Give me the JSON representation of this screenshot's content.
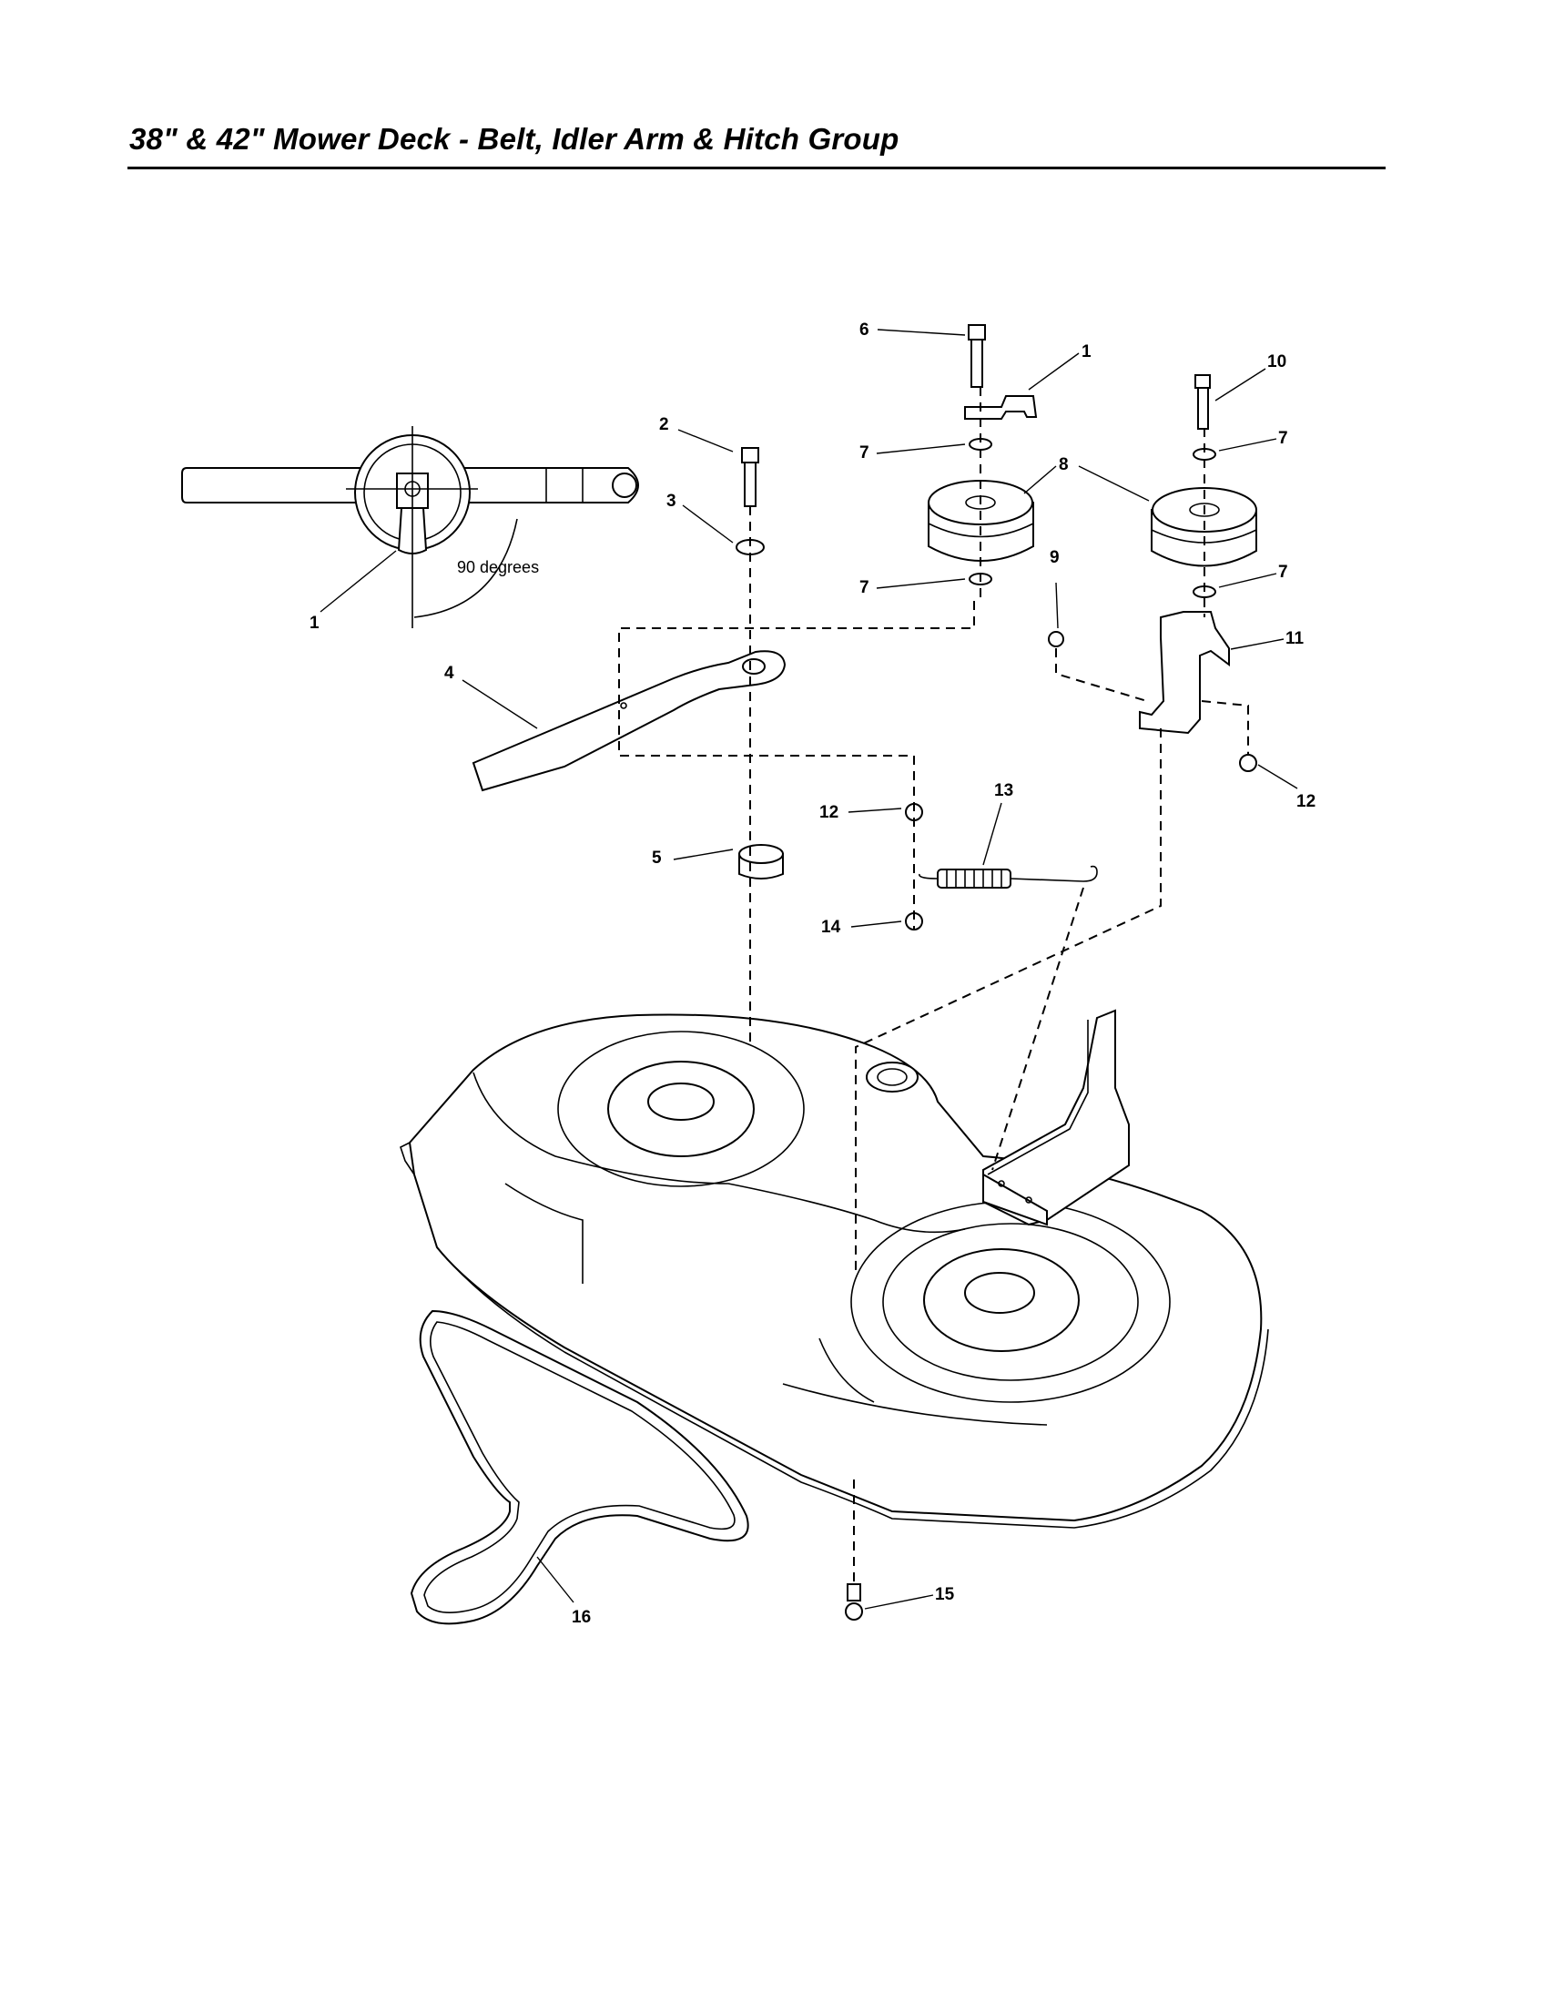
{
  "header": {
    "title": "38\" & 42\" Mower Deck - Belt, Idler Arm & Hitch Group"
  },
  "annotation": {
    "angle_label": "90 degrees"
  },
  "callouts": [
    {
      "id": "c1a",
      "label": "1"
    },
    {
      "id": "c1b",
      "label": "1"
    },
    {
      "id": "c2",
      "label": "2"
    },
    {
      "id": "c3",
      "label": "3"
    },
    {
      "id": "c4",
      "label": "4"
    },
    {
      "id": "c5",
      "label": "5"
    },
    {
      "id": "c6",
      "label": "6"
    },
    {
      "id": "c7a",
      "label": "7"
    },
    {
      "id": "c7b",
      "label": "7"
    },
    {
      "id": "c7c",
      "label": "7"
    },
    {
      "id": "c7d",
      "label": "7"
    },
    {
      "id": "c8",
      "label": "8"
    },
    {
      "id": "c9",
      "label": "9"
    },
    {
      "id": "c10",
      "label": "10"
    },
    {
      "id": "c11",
      "label": "11"
    },
    {
      "id": "c12a",
      "label": "12"
    },
    {
      "id": "c12b",
      "label": "12"
    },
    {
      "id": "c13",
      "label": "13"
    },
    {
      "id": "c14",
      "label": "14"
    },
    {
      "id": "c15",
      "label": "15"
    },
    {
      "id": "c16",
      "label": "16"
    }
  ]
}
